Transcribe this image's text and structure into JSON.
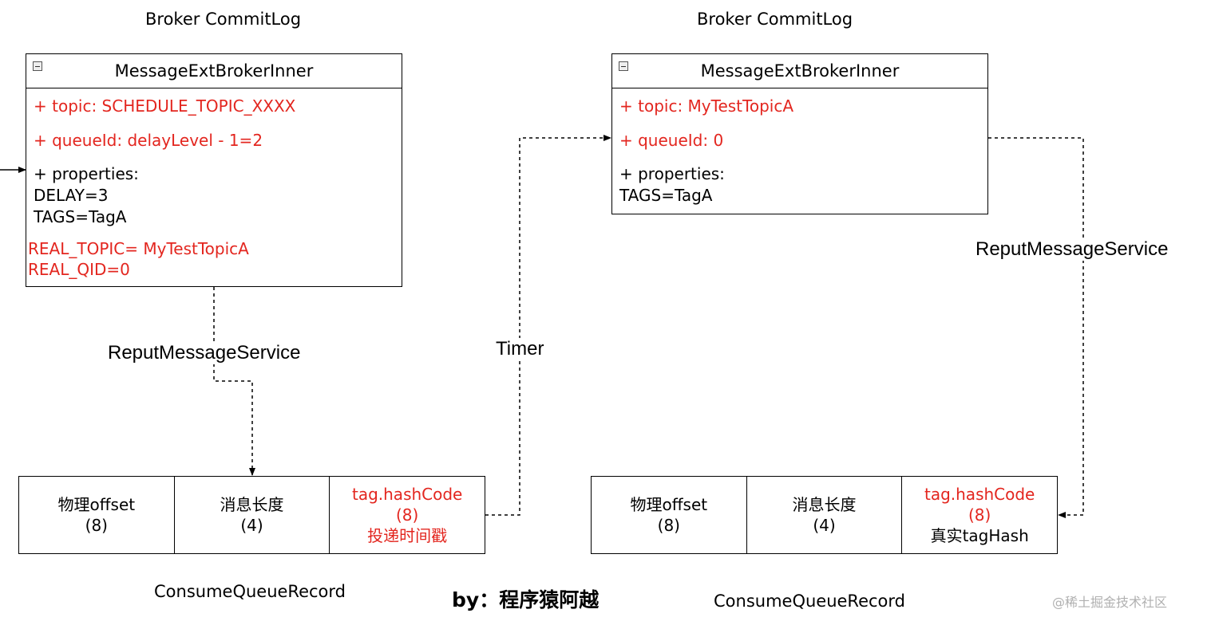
{
  "left": {
    "title": "Broker CommitLog",
    "class_name": "MessageExtBrokerInner",
    "topic": "+ topic: SCHEDULE_TOPIC_XXXX",
    "queue_id": "+ queueId: delayLevel - 1=2",
    "properties_label": "+ properties:",
    "delay": "DELAY=3",
    "tags": "TAGS=TagA",
    "real_topic": "REAL_TOPIC= MyTestTopicA",
    "real_qid": "REAL_QID=0"
  },
  "right": {
    "title": "Broker CommitLog",
    "class_name": "MessageExtBrokerInner",
    "topic": "+ topic: MyTestTopicA",
    "queue_id": "+ queueId: 0",
    "properties_label": "+ properties:",
    "tags": "TAGS=TagA"
  },
  "edges": {
    "reput_left": "ReputMessageService",
    "timer": "Timer",
    "reput_right": "ReputMessageService"
  },
  "cq_left": {
    "cells": [
      {
        "line1": "物理offset",
        "line2": "(8)"
      },
      {
        "line1": "消息长度",
        "line2": "(4)"
      },
      {
        "line1": "tag.hashCode",
        "line2": "(8)",
        "line3": "投递时间戳"
      }
    ],
    "label": "ConsumeQueueRecord"
  },
  "cq_right": {
    "cells": [
      {
        "line1": "物理offset",
        "line2": "(8)"
      },
      {
        "line1": "消息长度",
        "line2": "(4)"
      },
      {
        "line1": "tag.hashCode",
        "line2": "(8)",
        "line3": "真实tagHash"
      }
    ],
    "label": "ConsumeQueueRecord"
  },
  "author": "by：程序猿阿越",
  "watermark": "@稀土掘金技术社区",
  "colors": {
    "highlight": "#e3261f",
    "line": "#000000"
  }
}
